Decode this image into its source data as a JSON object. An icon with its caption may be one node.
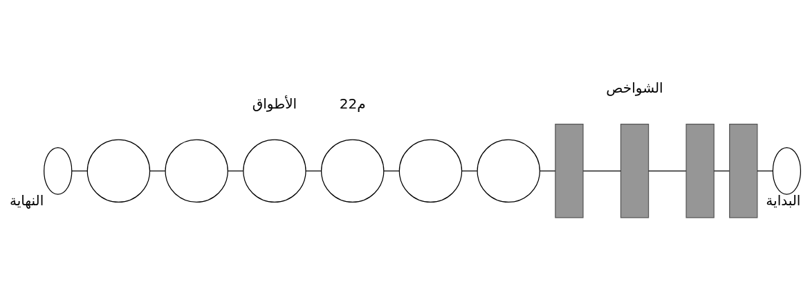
{
  "diagram": {
    "nodes": [
      {
        "text": [],
        "shape": "ellipse",
        "beside": [
          "النهاية"
        ]
      },
      {
        "text": [],
        "shape": "circle"
      },
      {
        "text": [],
        "shape": "circle"
      },
      {
        "text": [],
        "shape": "circle"
      },
      {
        "text": [],
        "shape": "circle"
      },
      {
        "text": [],
        "shape": "circle"
      },
      {
        "text": [],
        "shape": "circle"
      },
      {
        "text": [],
        "shape": "bar"
      },
      {
        "text": [],
        "shape": "bar"
      },
      {
        "text": [],
        "shape": "bar"
      },
      {
        "text": [],
        "shape": "bar"
      },
      {
        "text": [],
        "shape": "ellipse",
        "beside": [
          "البداية"
        ]
      }
    ],
    "edges": [
      {
        "from": 0,
        "to": 1,
        "arrow": "none"
      },
      {
        "from": 1,
        "to": 2,
        "arrow": "none"
      },
      {
        "from": 2,
        "to": 3,
        "arrow": "none"
      },
      {
        "from": 3,
        "to": 4,
        "arrow": "none"
      },
      {
        "from": 4,
        "to": 5,
        "arrow": "none"
      },
      {
        "from": 5,
        "to": 6,
        "arrow": "none"
      },
      {
        "from": 6,
        "to": 7,
        "arrow": "none"
      },
      {
        "from": 7,
        "to": 8,
        "arrow": "none"
      },
      {
        "from": 8,
        "to": 9,
        "arrow": "none"
      },
      {
        "from": 9,
        "to": 10,
        "arrow": "none"
      },
      {
        "from": 10,
        "to": 11,
        "arrow": "none"
      }
    ],
    "labels": [
      "الشواخص",
      "الأطواق",
      "22م"
    ]
  }
}
